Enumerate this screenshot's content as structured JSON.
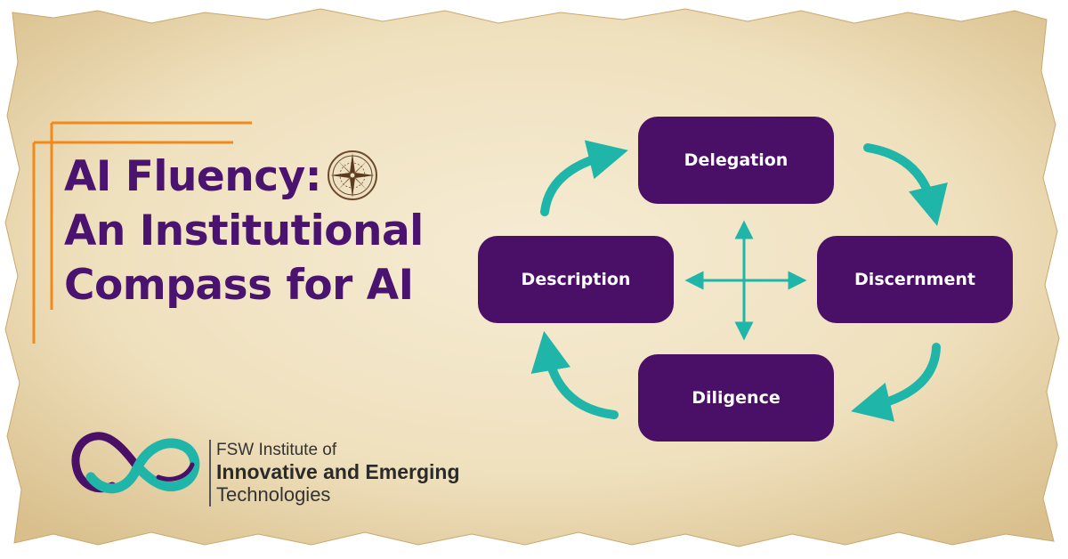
{
  "title": {
    "line1": "AI Fluency:",
    "line2": "An Institutional",
    "line3": "Compass for AI"
  },
  "diagram": {
    "nodes": {
      "top": "Delegation",
      "right": "Discernment",
      "bottom": "Diligence",
      "left": "Description"
    },
    "cycle_direction": "clockwise"
  },
  "organization": {
    "line1": "FSW Institute of",
    "line2": "Innovative and Emerging",
    "line3": "Technologies"
  },
  "colors": {
    "parchment": "#efe1c0",
    "purple": "#4a0f66",
    "teal": "#1fb5a8",
    "orange_accent": "#f08a1c"
  },
  "icons": {
    "title_icon": "compass-rose-icon",
    "logo": "infinity-logo"
  }
}
